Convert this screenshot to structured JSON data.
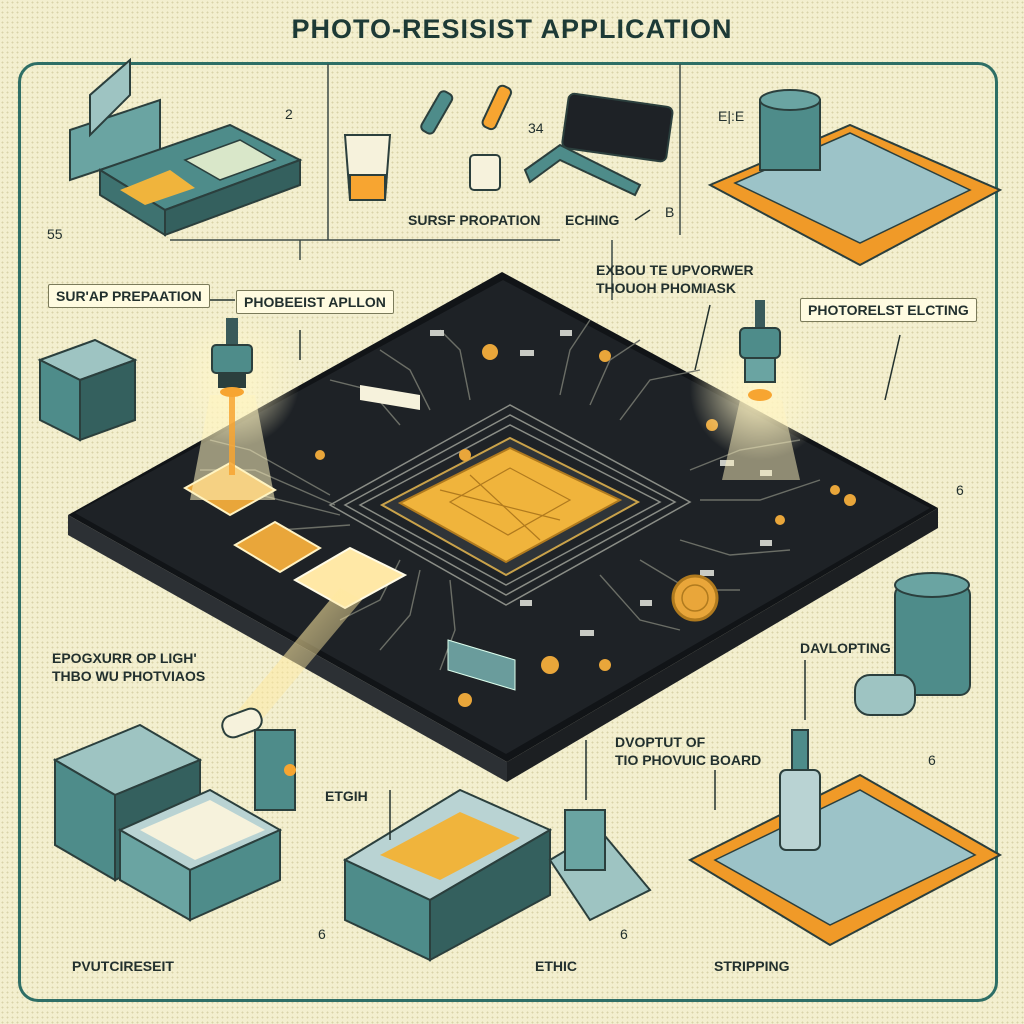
{
  "title": "PHOTO-RESISIST APPLICATION",
  "colors": {
    "background": "#f3efcf",
    "frame": "#2e6e66",
    "board": "#1e2226",
    "gold": "#f0b43c",
    "teal": "#4e8c8a",
    "orange": "#f09a28",
    "text": "#22302e"
  },
  "labels": {
    "surf_prep_top": "SURSF PROPATION",
    "eching_top": "ECHING",
    "surf_prep_left": "SUR'AP PREPAATION",
    "photoresist_app": "PHOBEEIST APLLON",
    "exposure_top_1": "EXBOU TE UPVORWER",
    "exposure_top_2": "THOUOH PHOMIASK",
    "photoresist_etching": "PHOTORELST ELCTING",
    "exposure_left_1": "EPOGXURR OP LIGH'",
    "exposure_left_2": "THBO WU PHOTVIAOS",
    "developing": "DAVLOPTING",
    "output_1": "DVOPTUT OF",
    "output_2": "TIO PHOVUIC BOARD",
    "etch_small": "ETGIH",
    "photoresist_bottom": "PVUTCIRESEIT",
    "ethic": "ETHIC",
    "stripping": "STRIPPING"
  },
  "numbers": {
    "n2": "2",
    "n34": "34",
    "nb": "B",
    "nE": "E|:E",
    "n55": "55",
    "n6a": "6",
    "n6b": "6",
    "n6c": "6",
    "n6d": "6"
  }
}
